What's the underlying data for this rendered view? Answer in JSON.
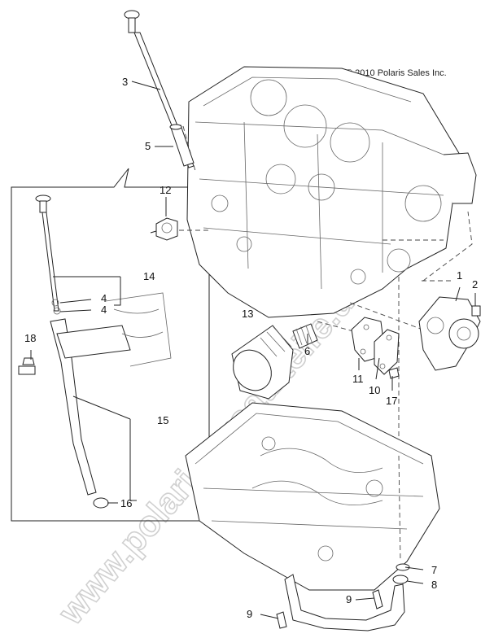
{
  "copyright": "© 2010 Polaris Sales Inc.",
  "watermark": "www.polaris-ersatzteile.de",
  "callouts": {
    "c1": "1",
    "c2": "2",
    "c3": "3",
    "c4a": "4",
    "c4b": "4",
    "c5": "5",
    "c6": "6",
    "c7": "7",
    "c8": "8",
    "c9a": "9",
    "c9b": "9",
    "c10": "10",
    "c11": "11",
    "c12": "12",
    "c13": "13",
    "c14": "14",
    "c15": "15",
    "c16": "16",
    "c17": "17",
    "c18": "18"
  }
}
